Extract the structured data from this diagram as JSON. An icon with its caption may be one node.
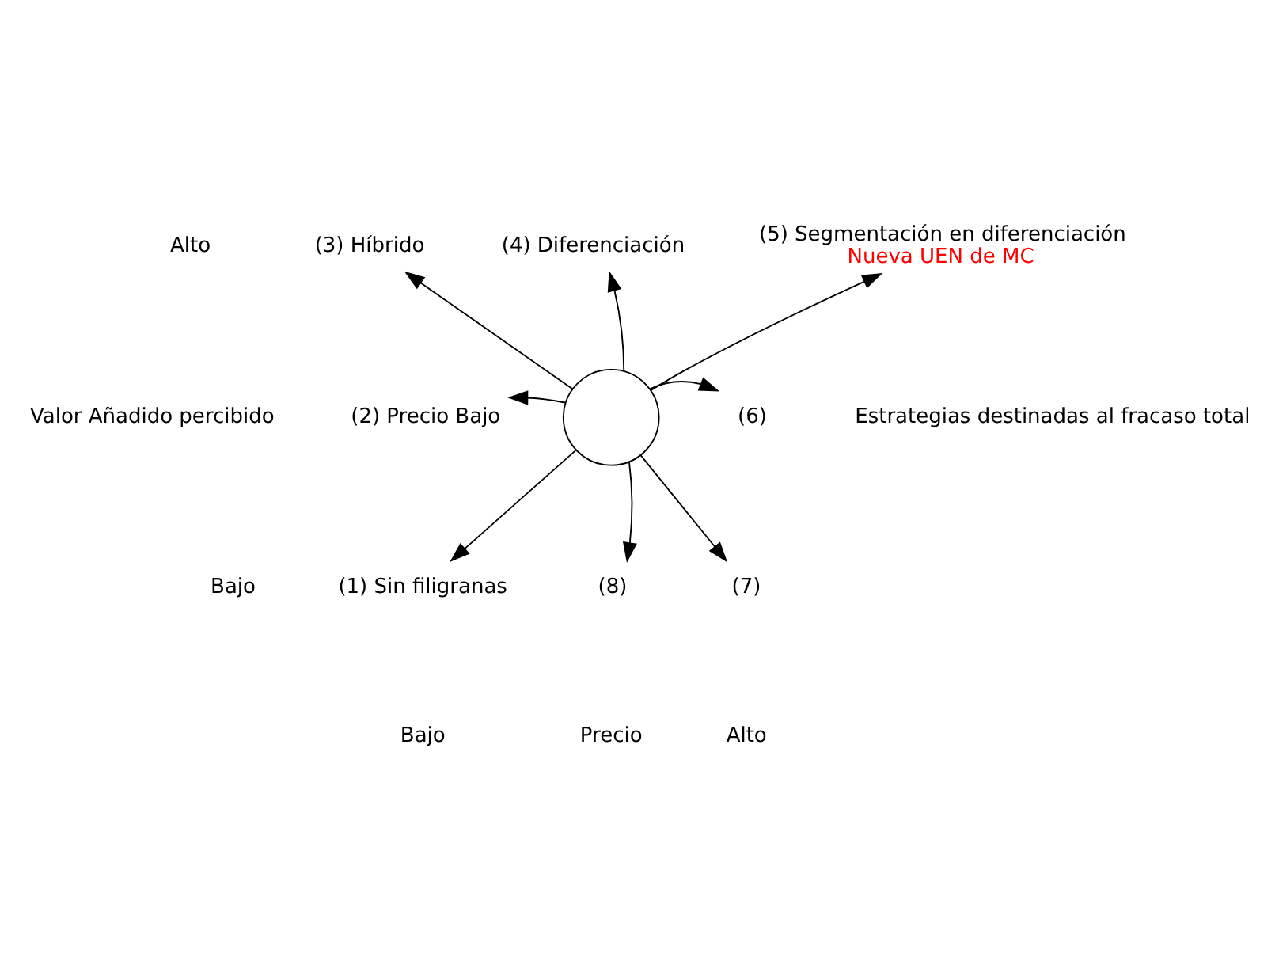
{
  "diagram": {
    "nodes": [
      {
        "text": [],
        "shape": "circle"
      },
      {
        "text": [
          "(1) Sin filigranas"
        ]
      },
      {
        "text": [
          "(2) Precio Bajo"
        ]
      },
      {
        "text": [
          "(3) Híbrido"
        ]
      },
      {
        "text": [
          "(4) Diferenciación"
        ]
      },
      {
        "text": [
          "(5) Segmentación en diferenciación",
          "Nueva UEN de MC"
        ]
      },
      {
        "text": [
          "(6)"
        ]
      },
      {
        "text": [
          "(7)"
        ]
      },
      {
        "text": [
          "(8)"
        ]
      }
    ],
    "edges": [
      {
        "from": 0,
        "to": 1,
        "arrow": "to"
      },
      {
        "from": 0,
        "to": 2,
        "arrow": "to"
      },
      {
        "from": 0,
        "to": 3,
        "arrow": "to"
      },
      {
        "from": 0,
        "to": 4,
        "arrow": "to"
      },
      {
        "from": 0,
        "to": 5,
        "arrow": "to"
      },
      {
        "from": 0,
        "to": 6,
        "arrow": "to"
      },
      {
        "from": 0,
        "to": 7,
        "arrow": "to"
      },
      {
        "from": 0,
        "to": 8,
        "arrow": "to"
      }
    ],
    "labels": [
      "Alto",
      "Valor Añadido percibido",
      "Estrategias destinadas al fracaso total",
      "Bajo",
      "Bajo",
      "Alto",
      "Precio"
    ]
  }
}
